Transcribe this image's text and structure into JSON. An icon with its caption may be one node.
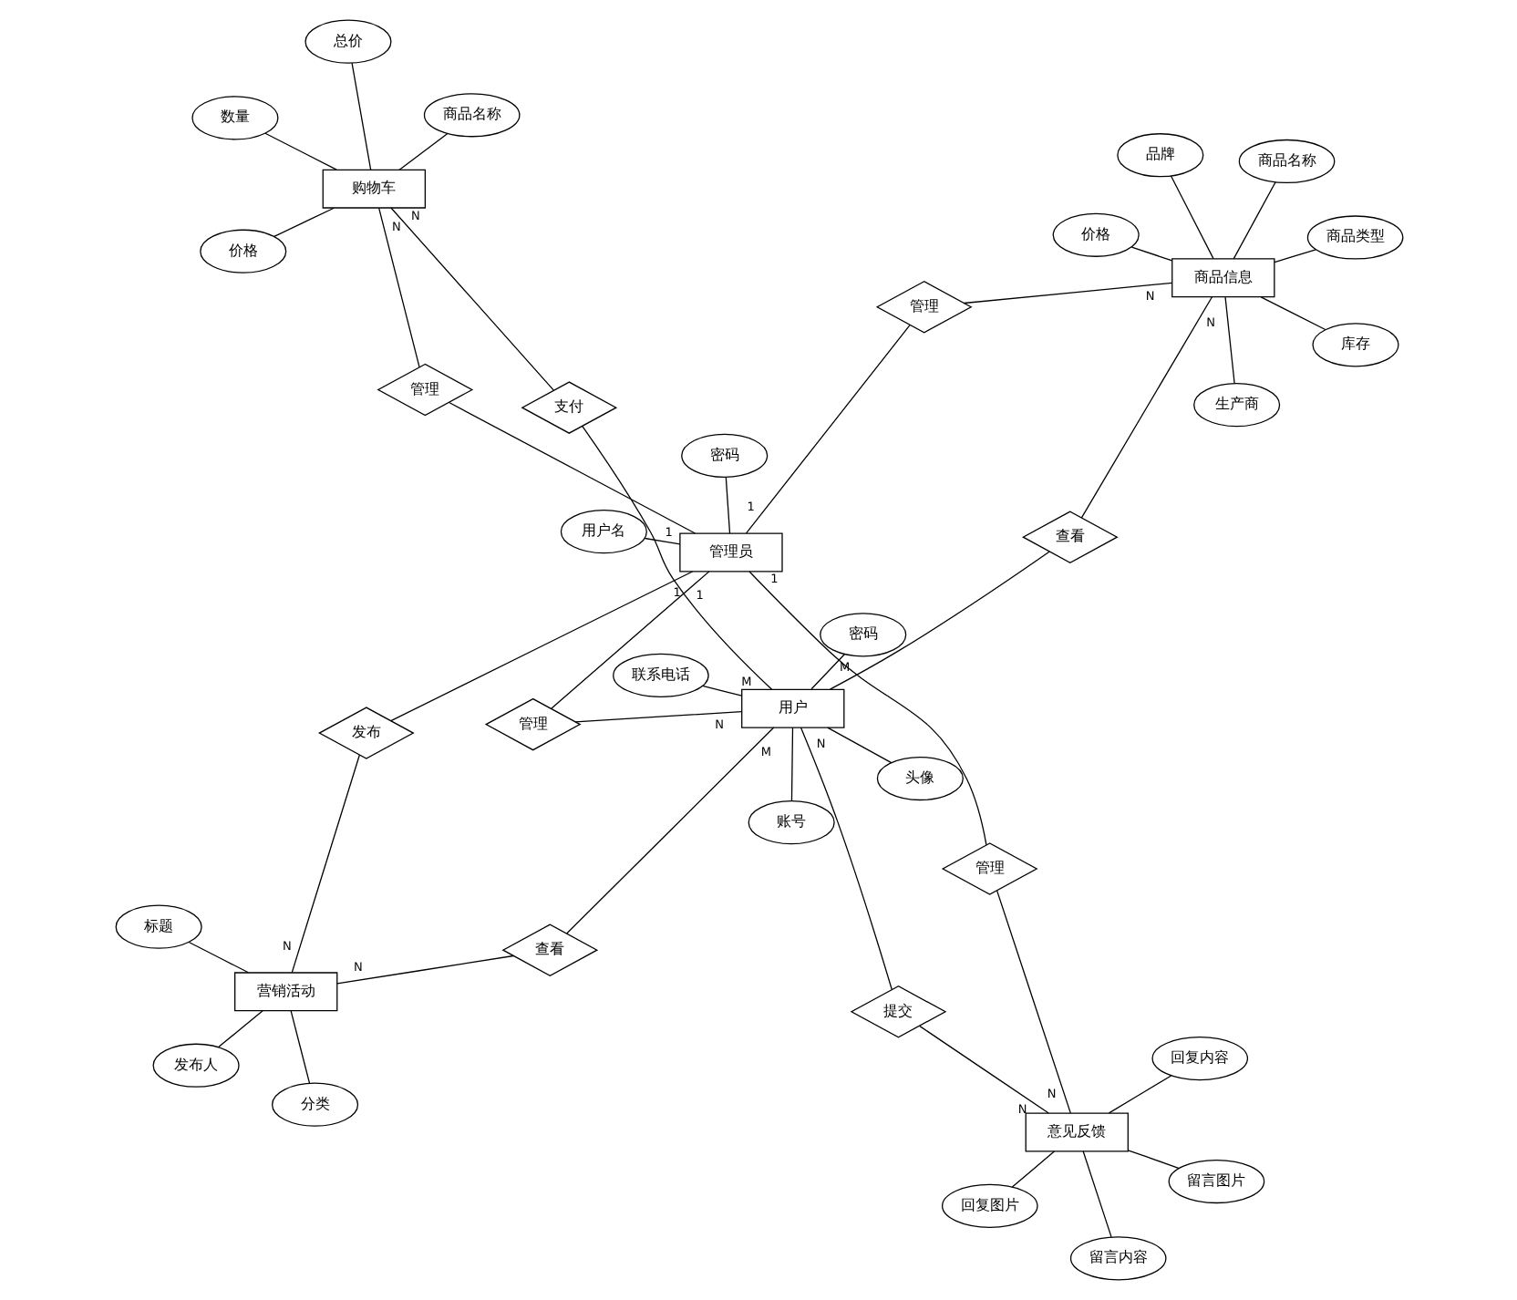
{
  "diagram": {
    "nodes": [
      {
        "text": [
          "标题"
        ]
      },
      {
        "text": [
          "分类"
        ]
      },
      {
        "text": [
          "发布人"
        ]
      },
      {
        "text": [
          "发布"
        ]
      },
      {
        "text": [
          "营销活动"
        ]
      },
      {
        "text": [
          "查看"
        ]
      },
      {
        "text": [
          "联系电话"
        ]
      },
      {
        "text": [
          "密码"
        ]
      },
      {
        "text": [
          "账号"
        ]
      },
      {
        "text": [
          "头像"
        ]
      },
      {
        "text": [
          "留言内容"
        ]
      },
      {
        "text": [
          "回复图片"
        ]
      },
      {
        "text": [
          "留言图片"
        ]
      },
      {
        "text": [
          "回复内容"
        ]
      },
      {
        "text": [
          "管理"
        ]
      },
      {
        "text": [
          "意见反馈"
        ]
      },
      {
        "text": [
          "提交"
        ]
      },
      {
        "text": [
          "用户"
        ]
      },
      {
        "text": [
          "用户名"
        ]
      },
      {
        "text": [
          "密码"
        ]
      },
      {
        "text": [
          "管理"
        ]
      },
      {
        "text": [
          "管理员"
        ]
      },
      {
        "text": [
          "商品名称"
        ]
      },
      {
        "text": [
          "商品类型"
        ]
      },
      {
        "text": [
          "品牌"
        ]
      },
      {
        "text": [
          "管理"
        ]
      },
      {
        "text": [
          "商品信息"
        ]
      },
      {
        "text": [
          "查看"
        ]
      },
      {
        "text": [
          "生产商"
        ]
      },
      {
        "text": [
          "库存"
        ]
      },
      {
        "text": [
          "价格"
        ]
      },
      {
        "text": [
          "商品名称"
        ]
      },
      {
        "text": [
          "价格"
        ]
      },
      {
        "text": [
          "管理"
        ]
      },
      {
        "text": [
          "购物车"
        ]
      },
      {
        "text": [
          "支付"
        ]
      },
      {
        "text": [
          "数量"
        ]
      },
      {
        "text": [
          "总价"
        ]
      }
    ],
    "edges": [
      {
        "from": 0,
        "to": 4,
        "arrow": "none"
      },
      {
        "from": 1,
        "to": 4,
        "arrow": "none"
      },
      {
        "from": 2,
        "to": 4,
        "arrow": "none"
      },
      {
        "from": 6,
        "to": 17,
        "arrow": "none"
      },
      {
        "from": 7,
        "to": 17,
        "arrow": "none"
      },
      {
        "from": 8,
        "to": 17,
        "arrow": "none"
      },
      {
        "from": 9,
        "to": 17,
        "arrow": "none"
      },
      {
        "from": 10,
        "to": 15,
        "arrow": "none"
      },
      {
        "from": 11,
        "to": 15,
        "arrow": "none"
      },
      {
        "from": 12,
        "to": 15,
        "arrow": "none"
      },
      {
        "from": 13,
        "to": 15,
        "arrow": "none"
      },
      {
        "from": 18,
        "to": 21,
        "arrow": "none"
      },
      {
        "from": 19,
        "to": 21,
        "arrow": "none"
      },
      {
        "from": 22,
        "to": 26,
        "arrow": "none"
      },
      {
        "from": 23,
        "to": 26,
        "arrow": "none"
      },
      {
        "from": 24,
        "to": 26,
        "arrow": "none"
      },
      {
        "from": 28,
        "to": 26,
        "arrow": "none"
      },
      {
        "from": 29,
        "to": 26,
        "arrow": "none"
      },
      {
        "from": 30,
        "to": 26,
        "arrow": "none"
      },
      {
        "from": 31,
        "to": 34,
        "arrow": "none"
      },
      {
        "from": 32,
        "to": 34,
        "arrow": "none"
      },
      {
        "from": 36,
        "to": 34,
        "arrow": "none"
      },
      {
        "from": 37,
        "to": 34,
        "arrow": "none"
      },
      {
        "from": 21,
        "to": 3,
        "arrow": "none",
        "label": "1"
      },
      {
        "from": 3,
        "to": 4,
        "arrow": "none",
        "label": "N"
      },
      {
        "from": 4,
        "to": 5,
        "arrow": "none",
        "label": "N"
      },
      {
        "from": 5,
        "to": 17,
        "arrow": "none",
        "label": "M"
      },
      {
        "from": 21,
        "to": 14,
        "arrow": "none",
        "label": "1"
      },
      {
        "from": 14,
        "to": 15,
        "arrow": "none",
        "label": "N"
      },
      {
        "from": 15,
        "to": 16,
        "arrow": "none",
        "label": "N"
      },
      {
        "from": 16,
        "to": 17,
        "arrow": "none",
        "label": "N"
      },
      {
        "from": 21,
        "to": 20,
        "arrow": "none",
        "label": "1"
      },
      {
        "from": 20,
        "to": 17,
        "arrow": "none",
        "label": "N"
      },
      {
        "from": 21,
        "to": 25,
        "arrow": "none",
        "label": "1"
      },
      {
        "from": 25,
        "to": 26,
        "arrow": "none",
        "label": "N"
      },
      {
        "from": 26,
        "to": 27,
        "arrow": "none",
        "label": "N"
      },
      {
        "from": 27,
        "to": 17,
        "arrow": "none",
        "label": "M"
      },
      {
        "from": 21,
        "to": 33,
        "arrow": "none",
        "label": "1"
      },
      {
        "from": 33,
        "to": 34,
        "arrow": "none",
        "label": "N"
      },
      {
        "from": 34,
        "to": 35,
        "arrow": "none",
        "label": "N"
      },
      {
        "from": 35,
        "to": 17,
        "arrow": "none",
        "label": "M"
      }
    ]
  }
}
